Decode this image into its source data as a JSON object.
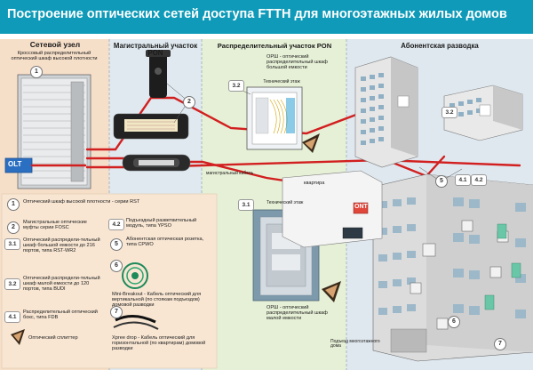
{
  "header": {
    "title": "Построение оптических  сетей  доступа FTTH для многоэтажных жилых домов"
  },
  "sections": {
    "network_node": {
      "title": "Сетевой узел",
      "subtitle": "Кроссовый распределительный оптический шкаф высокой плотности"
    },
    "trunk": {
      "title": "Магистральный участок PON"
    },
    "distribution": {
      "title": "Распределительный участок PON",
      "orsh_large": "ОРШ - оптический распределительный шкаф большой емкости",
      "tech_floor_top": "Технический этаж"
    },
    "subscriber": {
      "title": "Абонентская разводка"
    }
  },
  "labels": {
    "olt": "OLT",
    "ont": "ONT",
    "trunk_cable": "магистральный кабель",
    "apartment": "квартира",
    "tech_floor": "Технический этаж",
    "orsh_small": "ОРШ - оптический распределительный шкаф малой емкости",
    "entrance": "Подъезд многоэтажного дома"
  },
  "legend": {
    "l1": {
      "num": "1",
      "text": "Оптический шкаф высокой плотности - серии RST"
    },
    "l2": {
      "num": "2",
      "text": "Магистральные оптические муфты серии FOSC"
    },
    "l31": {
      "num": "3.1",
      "text": "Оптический распредели-тельный шкаф большой емкости до 216 портов, типа RST-WR2"
    },
    "l32": {
      "num": "3.2",
      "text": "Оптический распредели-тельный шкаф малой емкости до 120 портов, типа BUDI"
    },
    "l41": {
      "num": "4.1",
      "text": "Распределительный оптический бокс, типа FDB"
    },
    "l42": {
      "num": "4.2",
      "text": "Подъездный разветвительный модуль, типа YPSO"
    },
    "l5": {
      "num": "5",
      "text": "Абонентская оптическая розетка, типа CPWO"
    },
    "l6": {
      "num": "6",
      "text": "Mini-Breakout - Кабель оптический для вертикальной (по стоякам подъездов) домовой разводки"
    },
    "l7": {
      "num": "7",
      "text": "Xpree drop - Кабель оптический для горизонтальной (по квартирам) домовой разводки"
    },
    "splitter": "Оптический сплиттер"
  },
  "callouts": {
    "n1": "1",
    "n2": "2",
    "n31": "3.1",
    "n32": "3.2",
    "n32b": "3.2",
    "n41": "4.1",
    "n42": "4.2",
    "n5": "5",
    "n6": "6",
    "n7": "7"
  },
  "colors": {
    "header": "#0e9ab8",
    "fiber": "#d21f1f",
    "panel_left": "#f6dfc9",
    "panel_trunk": "#dfe9ef",
    "panel_dist": "#e6f0d6",
    "panel_sub": "#dfe8ef"
  }
}
